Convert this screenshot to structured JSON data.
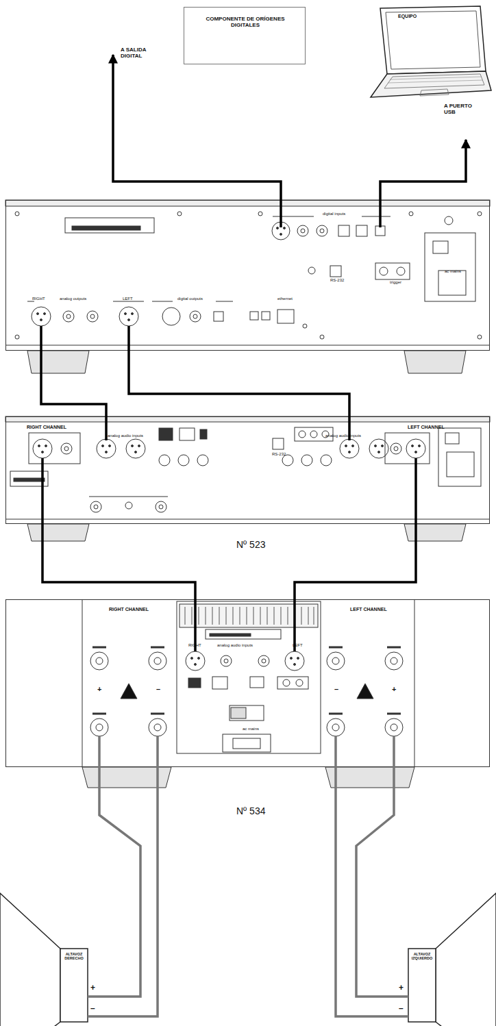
{
  "diagram": {
    "nodes": [
      {
        "text": [
          "COMPONENTE DE ORÍGENES DIGITALES"
        ]
      },
      {
        "text": [
          "EQUIPO"
        ]
      },
      {
        "text": [
          "digital inputs",
          "RS-232",
          "trigger",
          "ac mains",
          "RIGHT",
          "analog outputs",
          "LEFT",
          "digital outputs",
          "ethernet"
        ]
      },
      {
        "text": [
          "RIGHT CHANNEL",
          "analog audio inputs",
          "RS-232",
          "analog audio inputs",
          "LEFT CHANNEL",
          "Nº 523"
        ]
      },
      {
        "text": [
          "RIGHT CHANNEL",
          "LEFT CHANNEL",
          "RIGHT",
          "analog audio inputs",
          "LEFT",
          "+",
          "–",
          "–",
          "+",
          "ac mains",
          "Nº 534"
        ]
      },
      {
        "text": [
          "ALTAVOZ DERECHO"
        ]
      },
      {
        "text": [
          "ALTAVOZ IZQUIERDO"
        ]
      }
    ],
    "edges": [
      {
        "from": 2,
        "to": 0,
        "arrow": "to"
      },
      {
        "from": 2,
        "to": 1,
        "arrow": "to"
      },
      {
        "from": 2,
        "to": 3,
        "arrow": "none"
      },
      {
        "from": 2,
        "to": 3,
        "arrow": "none"
      },
      {
        "from": 3,
        "to": 4,
        "arrow": "none"
      },
      {
        "from": 3,
        "to": 4,
        "arrow": "none"
      },
      {
        "from": 4,
        "to": 5,
        "arrow": "none"
      },
      {
        "from": 4,
        "to": 5,
        "arrow": "none"
      },
      {
        "from": 4,
        "to": 6,
        "arrow": "none"
      },
      {
        "from": 4,
        "to": 6,
        "arrow": "none"
      }
    ],
    "labels": [
      "A SALIDA DIGITAL",
      "A PUERTO USB",
      "+",
      "–",
      "+",
      "–"
    ]
  }
}
